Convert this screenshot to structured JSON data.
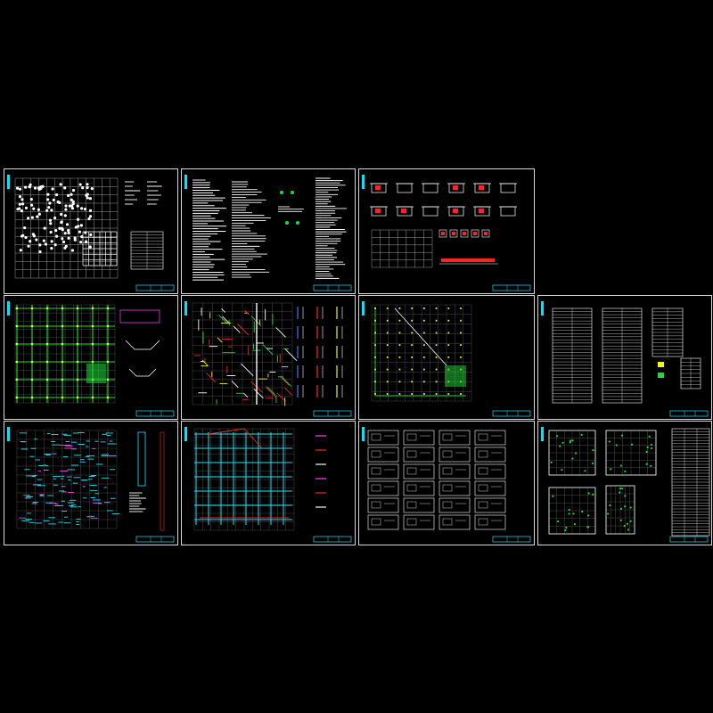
{
  "viewer": {
    "background": "#000000",
    "sheet_border_color": "#d8d8d8",
    "accent_tab_color": "#00e5ff"
  },
  "sheets": [
    {
      "id": "s1",
      "kind": "column-grid-plan",
      "icon": "foundation-plan-icon"
    },
    {
      "id": "s2",
      "kind": "text-notes",
      "icon": "notes-icon"
    },
    {
      "id": "s3",
      "kind": "detail-sections",
      "icon": "section-details-icon"
    },
    {
      "id": "s4",
      "kind": "green-beam-plan",
      "icon": "beam-plan-icon"
    },
    {
      "id": "s5",
      "kind": "rebar-plan",
      "icon": "rebar-plan-icon"
    },
    {
      "id": "s6",
      "kind": "green-grid-plan",
      "icon": "grid-plan-icon"
    },
    {
      "id": "s7",
      "kind": "tables",
      "icon": "table-sheet-icon"
    },
    {
      "id": "s8",
      "kind": "cyan-slab-plan",
      "icon": "slab-plan-icon"
    },
    {
      "id": "s9",
      "kind": "cyan-beam-plan",
      "icon": "beam-layout-icon"
    },
    {
      "id": "s10",
      "kind": "detail-grid",
      "icon": "detail-grid-icon"
    },
    {
      "id": "s11",
      "kind": "room-plans",
      "icon": "room-plan-icon"
    }
  ]
}
